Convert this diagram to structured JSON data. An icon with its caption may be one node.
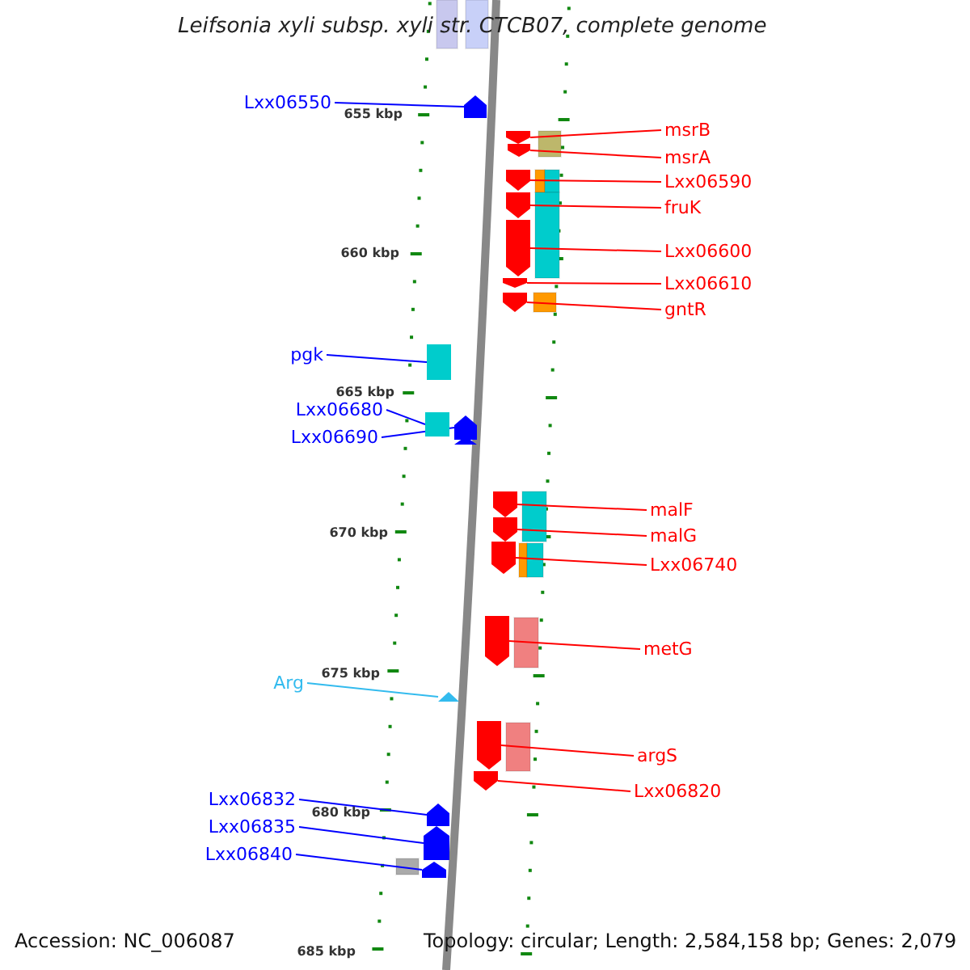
{
  "diagram": {
    "title": "Leifsonia xyli subsp. xyli str. CTCB07, complete genome",
    "nodes": [
      {
        "text": [
          "Lxx06550"
        ]
      },
      {
        "text": [],
        "shape": "arrow"
      },
      {
        "text": [
          "msrB"
        ]
      },
      {
        "text": [],
        "shape": "arrow"
      },
      {
        "text": [
          "msrA"
        ]
      },
      {
        "text": [],
        "shape": "arrow"
      },
      {
        "text": [
          "Lxx06590"
        ]
      },
      {
        "text": [],
        "shape": "arrow"
      },
      {
        "text": [
          "fruK"
        ]
      },
      {
        "text": [],
        "shape": "arrow"
      },
      {
        "text": [
          "Lxx06600"
        ]
      },
      {
        "text": [],
        "shape": "arrow"
      },
      {
        "text": [
          "Lxx06610"
        ]
      },
      {
        "text": [],
        "shape": "arrow"
      },
      {
        "text": [
          "gntR"
        ]
      },
      {
        "text": [],
        "shape": "arrow"
      },
      {
        "text": [
          "pgk"
        ]
      },
      {
        "text": [],
        "shape": "box"
      },
      {
        "text": [
          "Lxx06680"
        ]
      },
      {
        "text": [],
        "shape": "box"
      },
      {
        "text": [
          "Lxx06690"
        ]
      },
      {
        "text": [],
        "shape": "arrow"
      },
      {
        "text": [
          "malF"
        ]
      },
      {
        "text": [],
        "shape": "arrow"
      },
      {
        "text": [
          "malG"
        ]
      },
      {
        "text": [],
        "shape": "arrow"
      },
      {
        "text": [
          "Lxx06740"
        ]
      },
      {
        "text": [],
        "shape": "arrow"
      },
      {
        "text": [
          "metG"
        ]
      },
      {
        "text": [],
        "shape": "arrow"
      },
      {
        "text": [
          "Arg"
        ]
      },
      {
        "text": [],
        "shape": "triangle"
      },
      {
        "text": [
          "argS"
        ]
      },
      {
        "text": [],
        "shape": "arrow"
      },
      {
        "text": [
          "Lxx06820"
        ]
      },
      {
        "text": [],
        "shape": "arrow"
      },
      {
        "text": [
          "Lxx06832"
        ]
      },
      {
        "text": [],
        "shape": "arrow"
      },
      {
        "text": [
          "Lxx06835"
        ]
      },
      {
        "text": [],
        "shape": "arrow"
      },
      {
        "text": [
          "Lxx06840"
        ]
      },
      {
        "text": [],
        "shape": "arrow"
      }
    ],
    "edges": [
      {
        "from": 0,
        "to": 1,
        "arrow": "none",
        "color": "#0000ff"
      },
      {
        "from": 2,
        "to": 3,
        "arrow": "none"
      },
      {
        "from": 4,
        "to": 5,
        "arrow": "none"
      },
      {
        "from": 6,
        "to": 7,
        "arrow": "none"
      },
      {
        "from": 8,
        "to": 9,
        "arrow": "none"
      },
      {
        "from": 10,
        "to": 11,
        "arrow": "none"
      },
      {
        "from": 12,
        "to": 13,
        "arrow": "none"
      },
      {
        "from": 14,
        "to": 15,
        "arrow": "none"
      },
      {
        "from": 16,
        "to": 17,
        "arrow": "none",
        "color": "#0000ff"
      },
      {
        "from": 18,
        "to": 19,
        "arrow": "none",
        "color": "#0000ff"
      },
      {
        "from": 20,
        "to": 21,
        "arrow": "none",
        "color": "#0000ff"
      },
      {
        "from": 22,
        "to": 23,
        "arrow": "none"
      },
      {
        "from": 24,
        "to": 25,
        "arrow": "none"
      },
      {
        "from": 26,
        "to": 27,
        "arrow": "none"
      },
      {
        "from": 28,
        "to": 29,
        "arrow": "none"
      },
      {
        "from": 30,
        "to": 31,
        "arrow": "none",
        "color": "#33bbee"
      },
      {
        "from": 32,
        "to": 33,
        "arrow": "none"
      },
      {
        "from": 34,
        "to": 35,
        "arrow": "none"
      },
      {
        "from": 36,
        "to": 37,
        "arrow": "none",
        "color": "#0000ff"
      },
      {
        "from": 38,
        "to": 39,
        "arrow": "none",
        "color": "#0000ff"
      },
      {
        "from": 40,
        "to": 41,
        "arrow": "none",
        "color": "#0000ff"
      }
    ],
    "labels": [
      "655 kbp",
      "660 kbp",
      "665 kbp",
      "670 kbp",
      "675 kbp",
      "680 kbp",
      "685 kbp",
      "Accession: NC_006087",
      "Topology: circular; Length: 2,584,158 bp; Genes: 2,079"
    ]
  }
}
